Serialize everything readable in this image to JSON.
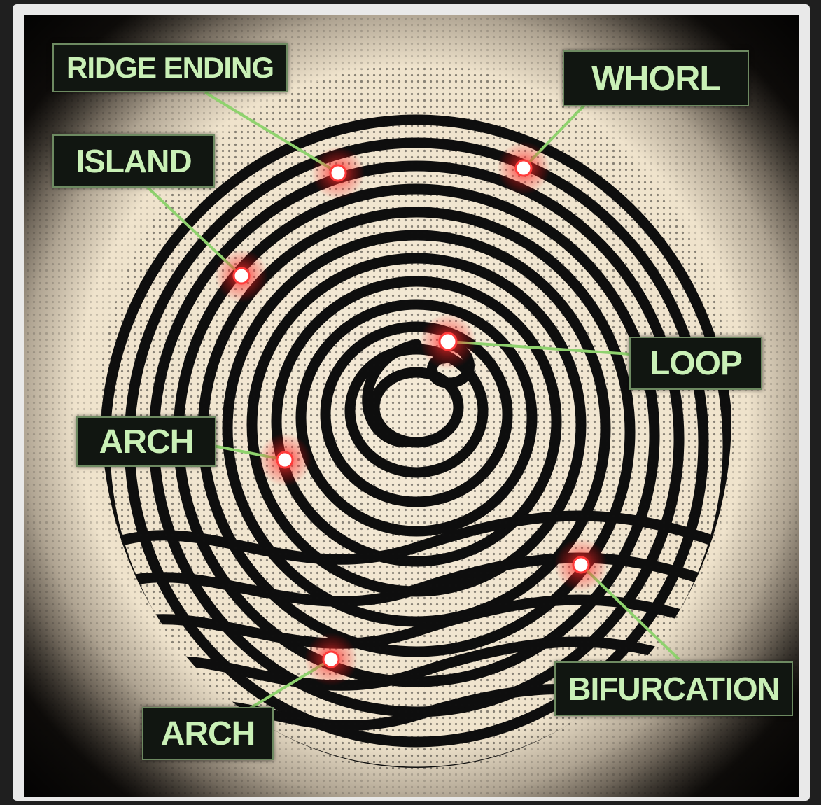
{
  "labels": {
    "ridge_ending": "RIDGE ENDING",
    "whorl": "WHORL",
    "island": "ISLAND",
    "loop": "LOOP",
    "arch_left": "ARCH",
    "bifurcation": "BIFURCATION",
    "arch_bottom": "ARCH"
  },
  "colors": {
    "background_paper": "#f1e6d2",
    "ridge": "#0e0e0e",
    "label_bg": "#111611",
    "label_text": "#c9f0b6",
    "leader_line": "#8fd26e",
    "marker_glow": "#ff2a2a"
  }
}
